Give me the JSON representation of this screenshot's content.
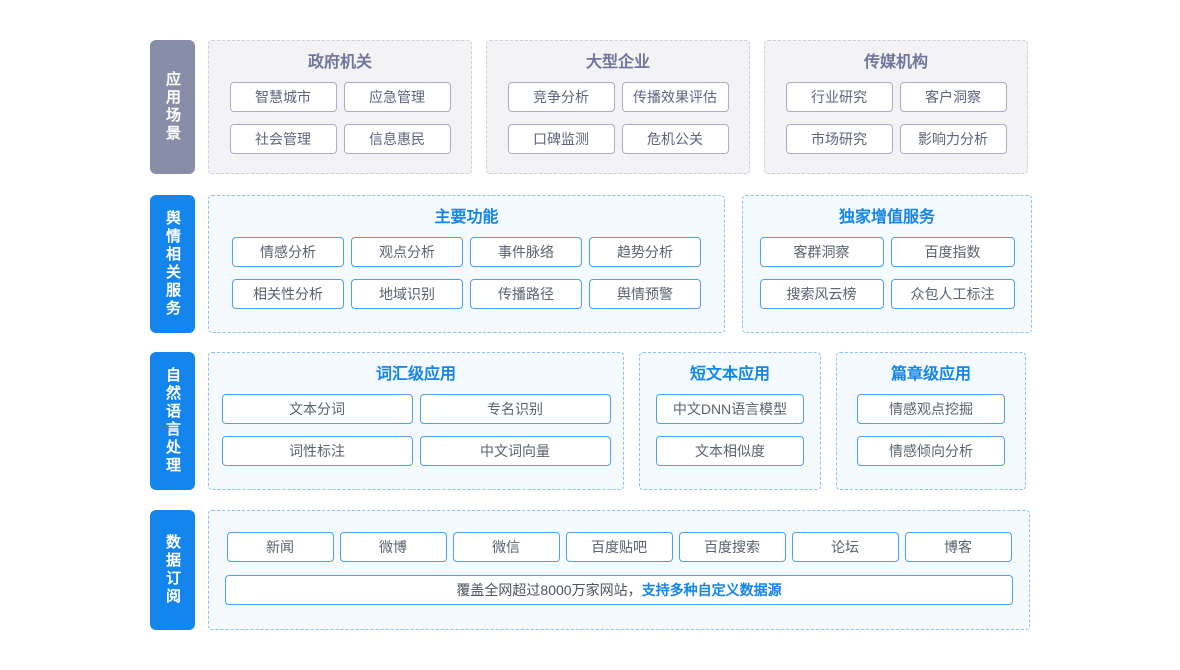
{
  "colors": {
    "layer_gray": "#888DA8",
    "layer_blue": "#1385EC",
    "panel_gray_bg": "#F3F3F5",
    "panel_gray_border": "#CDCFD8",
    "panel_blue_bg": "#F5FAFE",
    "panel_blue_border": "#8FC0F0",
    "title_gray": "#70769B",
    "title_blue": "#1385EC",
    "chip_gray_border": "#A9ADC5",
    "chip_blue_border": "#4E9FED",
    "chip_text": "#5A6370"
  },
  "layers": {
    "application_scenarios": {
      "label": "应用场景",
      "panels": {
        "government": {
          "title": "政府机关",
          "items": [
            "智慧城市",
            "应急管理",
            "社会管理",
            "信息惠民"
          ]
        },
        "enterprise": {
          "title": "大型企业",
          "items": [
            "竞争分析",
            "传播效果评估",
            "口碑监测",
            "危机公关"
          ]
        },
        "media": {
          "title": "传媒机构",
          "items": [
            "行业研究",
            "客户洞察",
            "市场研究",
            "影响力分析"
          ]
        }
      }
    },
    "sentiment_services": {
      "label": "舆情相关服务",
      "panels": {
        "main_functions": {
          "title": "主要功能",
          "items": [
            "情感分析",
            "观点分析",
            "事件脉络",
            "趋势分析",
            "相关性分析",
            "地域识别",
            "传播路径",
            "舆情预警"
          ]
        },
        "value_added": {
          "title": "独家增值服务",
          "items": [
            "客群洞察",
            "百度指数",
            "搜索风云榜",
            "众包人工标注"
          ]
        }
      }
    },
    "nlp": {
      "label": "自然语言处理",
      "panels": {
        "lexical": {
          "title": "词汇级应用",
          "items": [
            "文本分词",
            "专名识别",
            "词性标注",
            "中文词向量"
          ]
        },
        "short_text": {
          "title": "短文本应用",
          "items": [
            "中文DNN语言模型",
            "文本相似度"
          ]
        },
        "document": {
          "title": "篇章级应用",
          "items": [
            "情感观点挖掘",
            "情感倾向分析"
          ]
        }
      }
    },
    "data_subscription": {
      "label": "数据订阅",
      "sources": [
        "新闻",
        "微博",
        "微信",
        "百度贴吧",
        "百度搜索",
        "论坛",
        "博客"
      ],
      "banner": {
        "text": "覆盖全网超过8000万家网站，",
        "highlight": "支持多种自定义数据源"
      }
    }
  }
}
